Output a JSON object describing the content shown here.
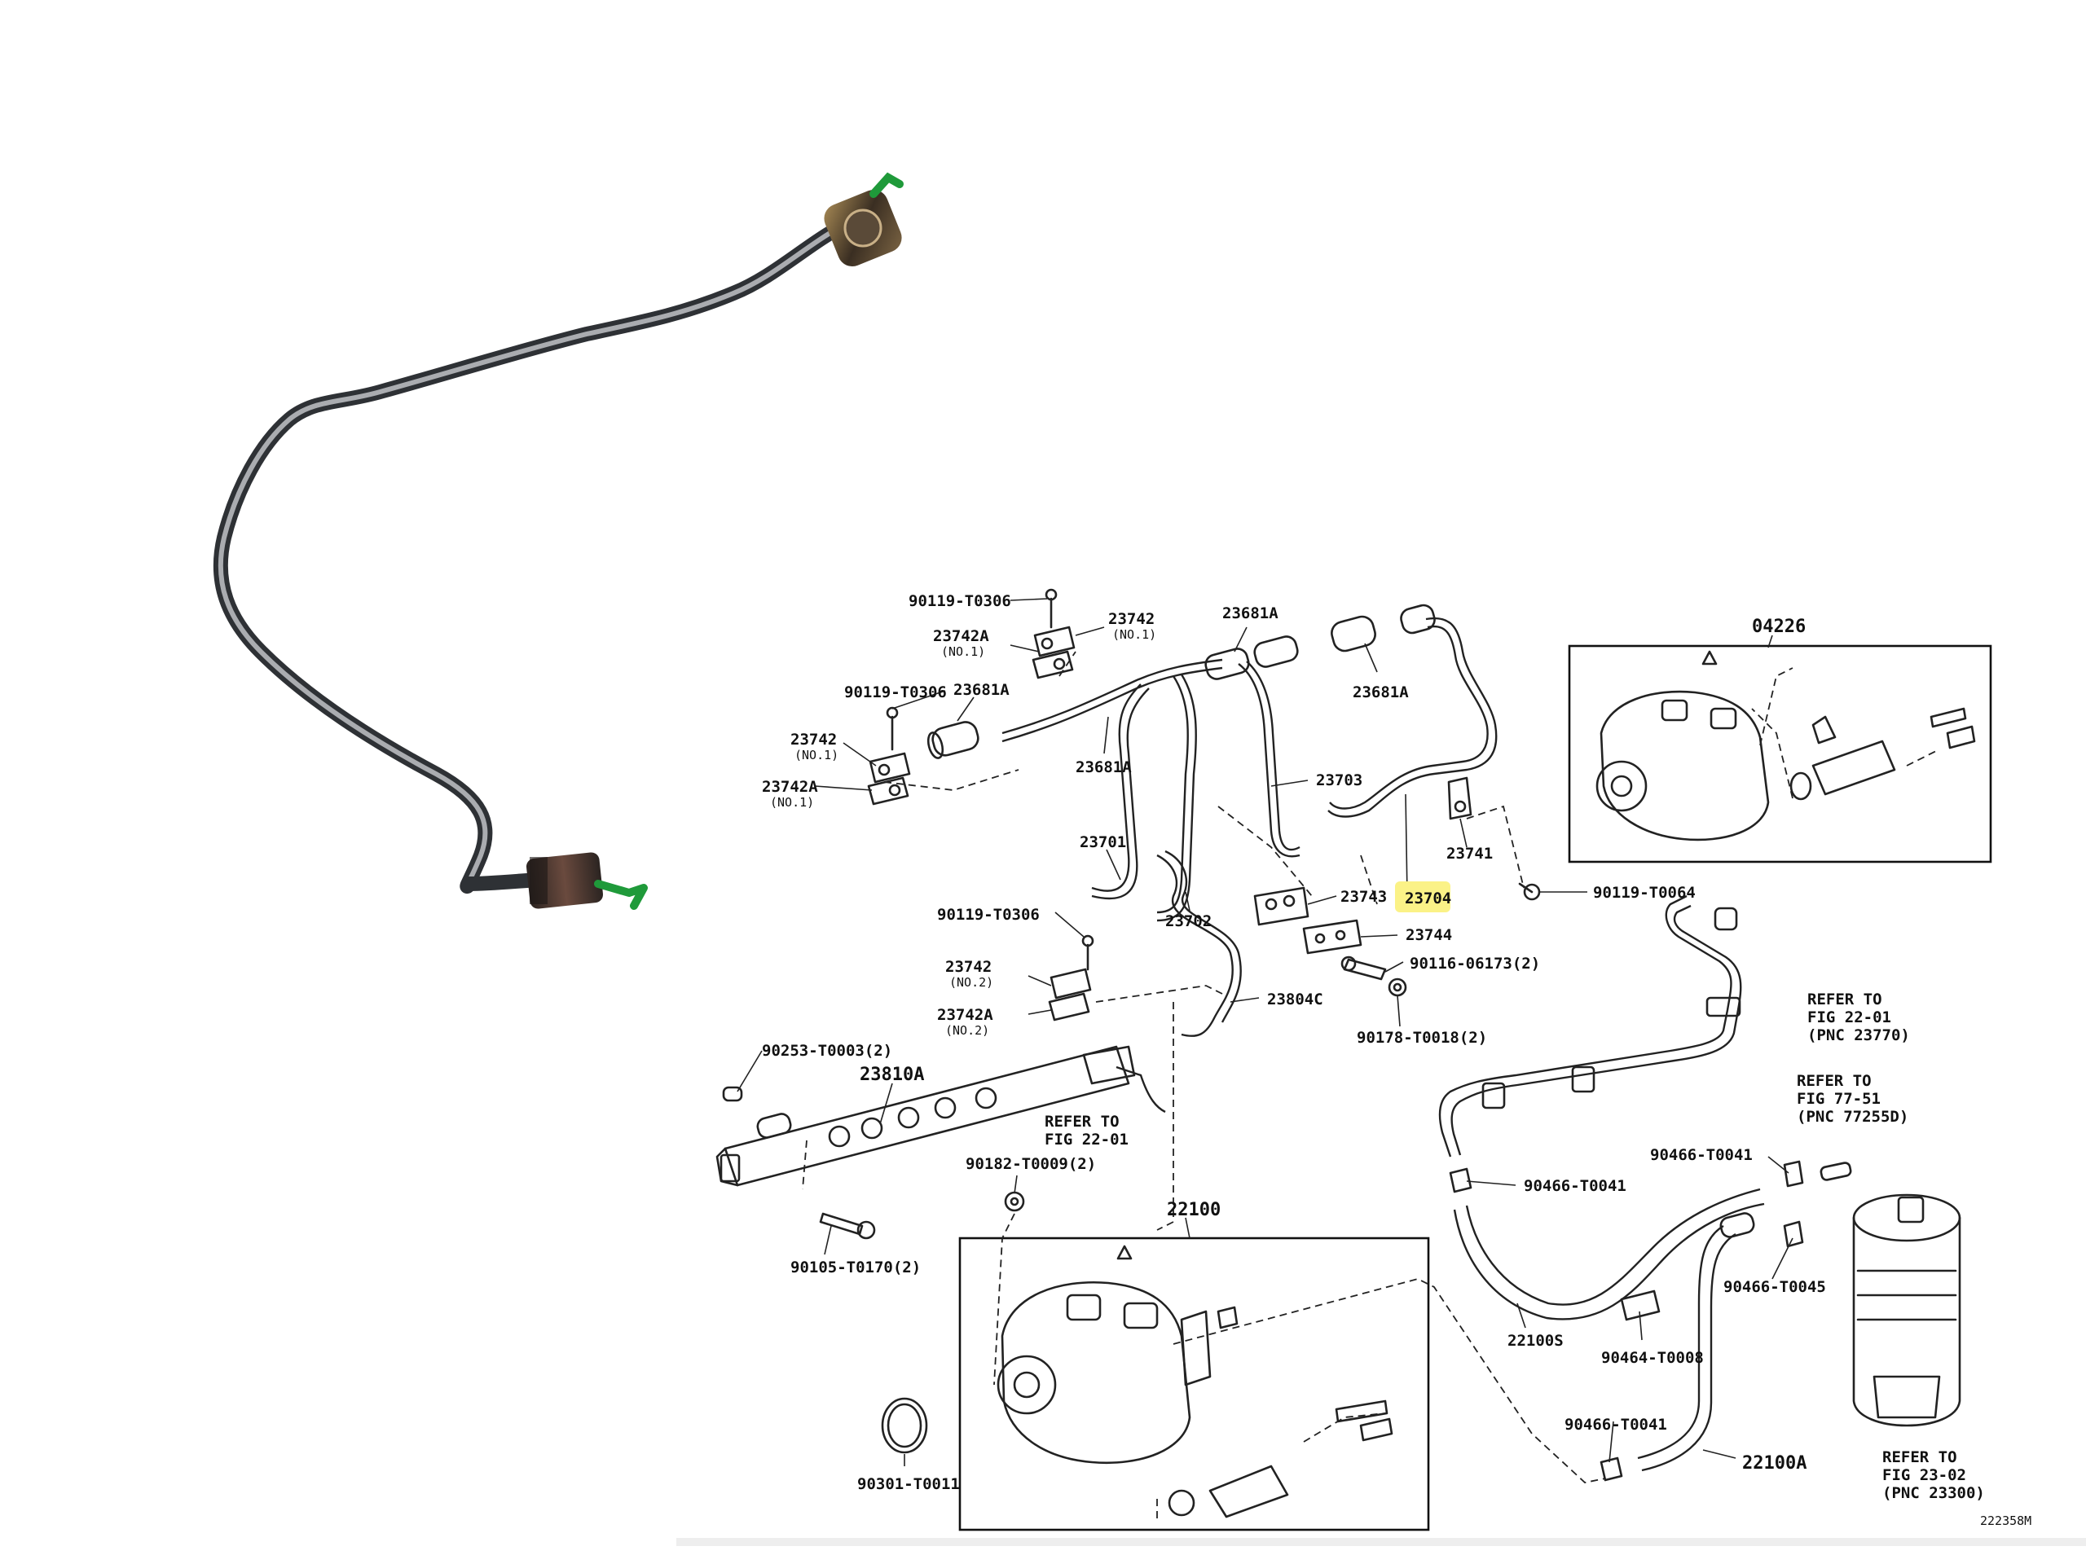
{
  "labels": {
    "p90119_t0306_a": "90119-T0306",
    "p23742_top": "23742",
    "p23742_top_sub": "(NO.1)",
    "p23742a_top": "23742A",
    "p23742a_top_sub": "(NO.1)",
    "p23681a_top": "23681A",
    "p23681a_right": "23681A",
    "p90119_t0306_b": "90119-T0306",
    "p23681a_left": "23681A",
    "p23742_left": "23742",
    "p23742_left_sub": "(NO.1)",
    "p23742a_left": "23742A",
    "p23742a_left_sub": "(NO.1)",
    "p23681a_mid": "23681A",
    "p23703": "23703",
    "p23741": "23741",
    "p23701": "23701",
    "p23743": "23743",
    "p23704": "23704",
    "p23744": "23744",
    "p23702": "23702",
    "p90119_t0064": "90119-T0064",
    "p90119_t0306_c": "90119-T0306",
    "p90116": "90116-06173(2)",
    "p23742_no2": "23742",
    "p23742_no2_sub": "(NO.2)",
    "p23742a_no2": "23742A",
    "p23742a_no2_sub": "(NO.2)",
    "p23804c": "23804C",
    "p90178": "90178-T0018(2)",
    "p90253": "90253-T0003(2)",
    "p23810a": "23810A",
    "refer_2201_a_1": "REFER TO",
    "refer_2201_a_2": "FIG 22-01",
    "refer_2201_b_1": "REFER TO",
    "refer_2201_b_2": "FIG 22-01",
    "refer_2201_b_3": "(PNC 23770)",
    "refer_7751_1": "REFER TO",
    "refer_7751_2": "FIG 77-51",
    "refer_7751_3": "(PNC 77255D)",
    "p90182": "90182-T0009(2)",
    "p90105": "90105-T0170(2)",
    "p22100": "22100",
    "p90466_t0041_a": "90466-T0041",
    "p90466_t0041_b": "90466-T0041",
    "p90466_t0045": "90466-T0045",
    "p22100s": "22100S",
    "p90464_t0008": "90464-T0008",
    "p90466_t0041_c": "90466-T0041",
    "p22100a": "22100A",
    "refer_2302_1": "REFER TO",
    "refer_2302_2": "FIG 23-02",
    "refer_2302_3": "(PNC 23300)",
    "p90301": "90301-T0011",
    "p04226": "04226",
    "figure_code": "222358M"
  },
  "colors": {
    "highlight": "#fbf287",
    "highlight_text": "#c9b24a",
    "fitting_green": "#1f9a3a",
    "tube_dark": "#3b3f44",
    "tube_light": "#c9ccd0"
  }
}
